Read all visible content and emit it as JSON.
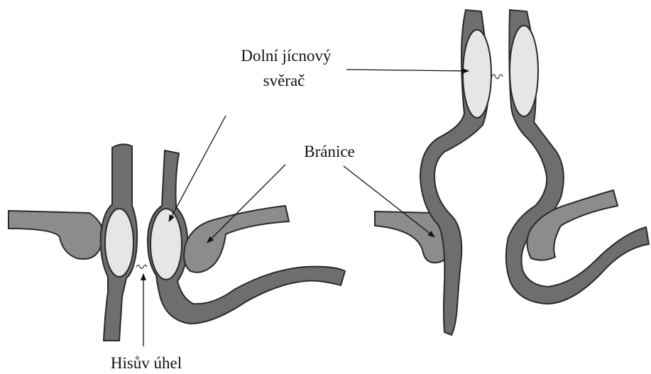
{
  "labels": {
    "sphincter_line1": "Dolní jícnový",
    "sphincter_line2": "svěrač",
    "diaphragm": "Bránice",
    "his_angle": "Hisův úhel"
  },
  "colors": {
    "tissue": "#6e6e6e",
    "diaphragm": "#8c8c8c",
    "sphincter": "#e6e6e6",
    "outline": "#2a2a2a",
    "text": "#111111"
  }
}
